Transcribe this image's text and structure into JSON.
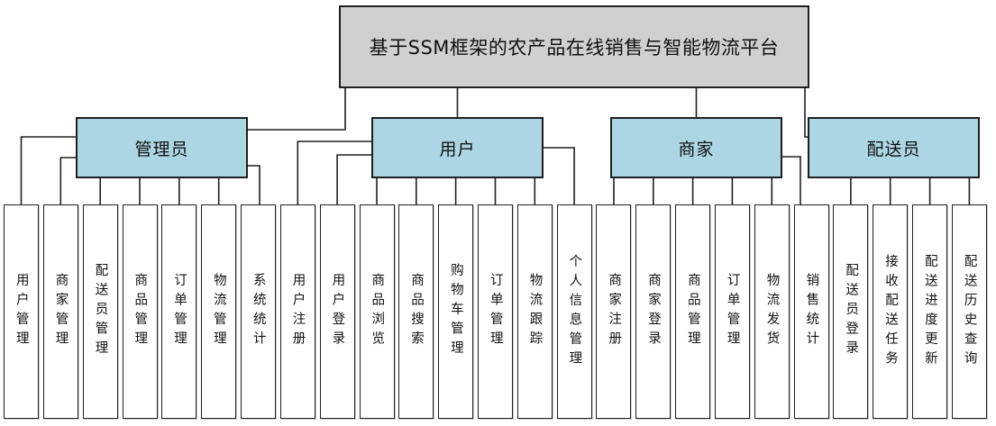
{
  "diagram": {
    "title": "基于SSM框架的农产品在线销售与智能物流平台",
    "groups": [
      {
        "label": "管理员",
        "children": [
          "用户管理",
          "商家管理",
          "配送员管理",
          "商品管理",
          "订单管理",
          "物流管理",
          "系统统计"
        ]
      },
      {
        "label": "用户",
        "children": [
          "用户注册",
          "用户登录",
          "商品浏览",
          "商品搜索",
          "购物车管理",
          "订单管理",
          "物流跟踪",
          "个人信息管理"
        ]
      },
      {
        "label": "商家",
        "children": [
          "商家注册",
          "商家登录",
          "商品管理",
          "订单管理",
          "物流发货",
          "销售统计"
        ]
      },
      {
        "label": "配送员",
        "children": [
          "配送员登录",
          "接收配送任务",
          "配送进度更新",
          "配送历史查询"
        ]
      }
    ],
    "colors": {
      "title_fill": "#d0d0d0",
      "group_fill": "#add6e4",
      "leaf_fill": "#ffffff",
      "line": "#1f1f1f"
    }
  }
}
